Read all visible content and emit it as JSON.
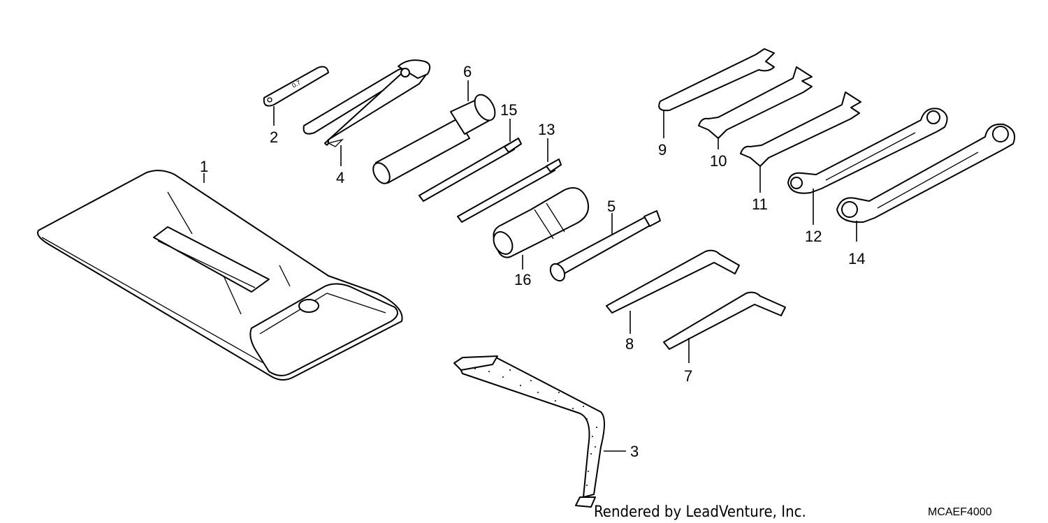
{
  "diagram": {
    "callouts": [
      {
        "id": "1",
        "label": "1"
      },
      {
        "id": "2",
        "label": "2"
      },
      {
        "id": "3",
        "label": "3"
      },
      {
        "id": "4",
        "label": "4"
      },
      {
        "id": "5",
        "label": "5"
      },
      {
        "id": "6",
        "label": "6"
      },
      {
        "id": "7",
        "label": "7"
      },
      {
        "id": "8",
        "label": "8"
      },
      {
        "id": "9",
        "label": "9"
      },
      {
        "id": "10",
        "label": "10"
      },
      {
        "id": "11",
        "label": "11"
      },
      {
        "id": "12",
        "label": "12"
      },
      {
        "id": "13",
        "label": "13"
      },
      {
        "id": "14",
        "label": "14"
      },
      {
        "id": "15",
        "label": "15"
      },
      {
        "id": "16",
        "label": "16"
      }
    ],
    "stamps": {
      "gauge_mark": "0.7"
    }
  },
  "footer": {
    "credit": "Rendered by LeadVenture, Inc.",
    "code": "MCAEF4000"
  }
}
